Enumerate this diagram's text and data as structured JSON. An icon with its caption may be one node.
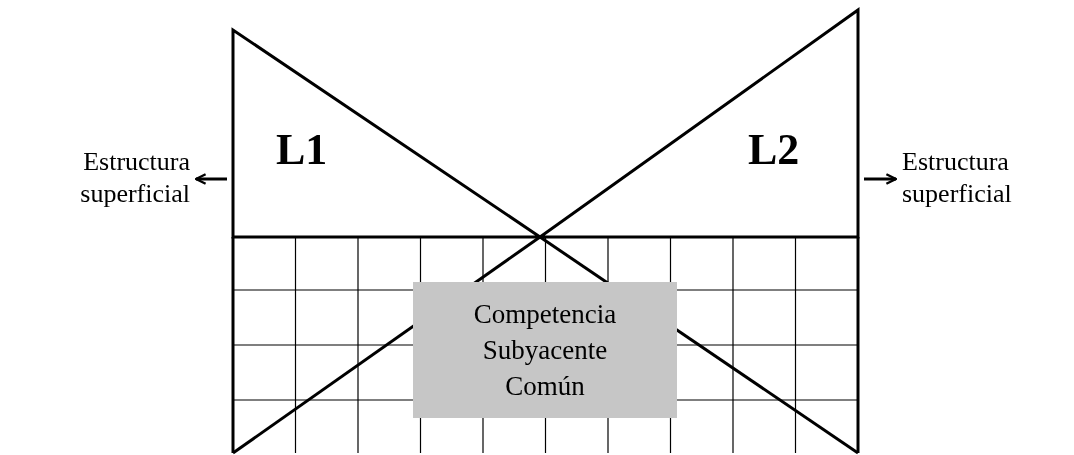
{
  "diagram": {
    "nodes": [
      {
        "text": [
          "L1"
        ]
      },
      {
        "text": [
          "L2"
        ]
      },
      {
        "text": [
          "Competencia Subyacente Común"
        ]
      },
      {
        "text": [
          "Estructura superficial"
        ]
      },
      {
        "text": [
          "Estructura superficial"
        ]
      }
    ],
    "edges": [
      {
        "from": 0,
        "to": 3,
        "arrow": "to"
      },
      {
        "from": 1,
        "to": 4,
        "arrow": "to"
      }
    ]
  }
}
